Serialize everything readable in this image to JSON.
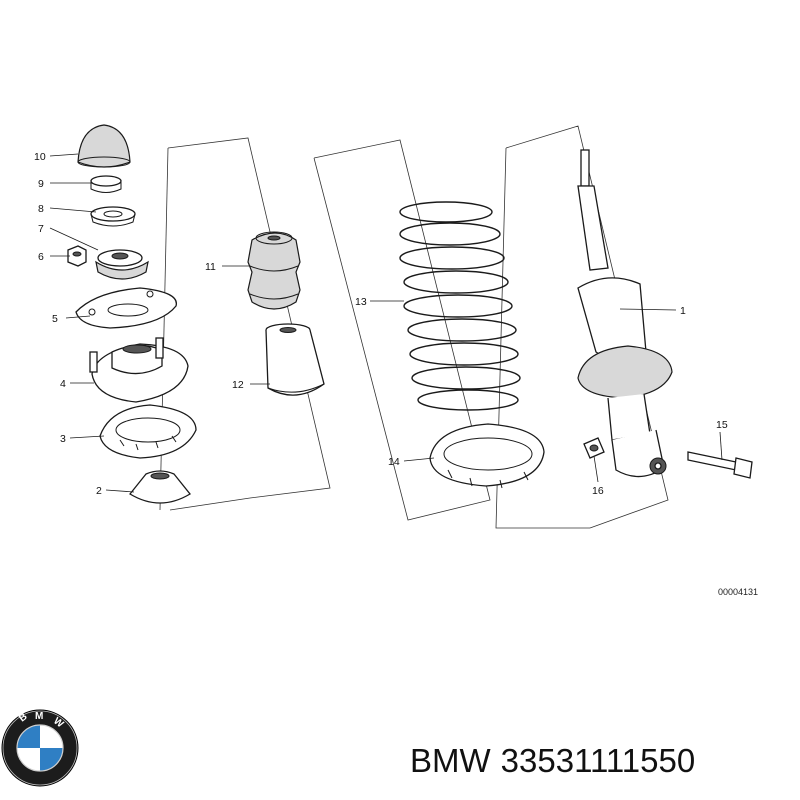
{
  "callouts": [
    "1",
    "2",
    "3",
    "4",
    "5",
    "6",
    "7",
    "8",
    "9",
    "10",
    "11",
    "12",
    "13",
    "14",
    "15",
    "16"
  ],
  "drawing_number": "00004131",
  "logo": {
    "brand_text": "BMW",
    "colors": {
      "ring": "#1c1c1c",
      "blue": "#2f7fc4",
      "white": "#ffffff"
    }
  },
  "caption": {
    "brand": "BMW",
    "part_number": "33531111550"
  }
}
